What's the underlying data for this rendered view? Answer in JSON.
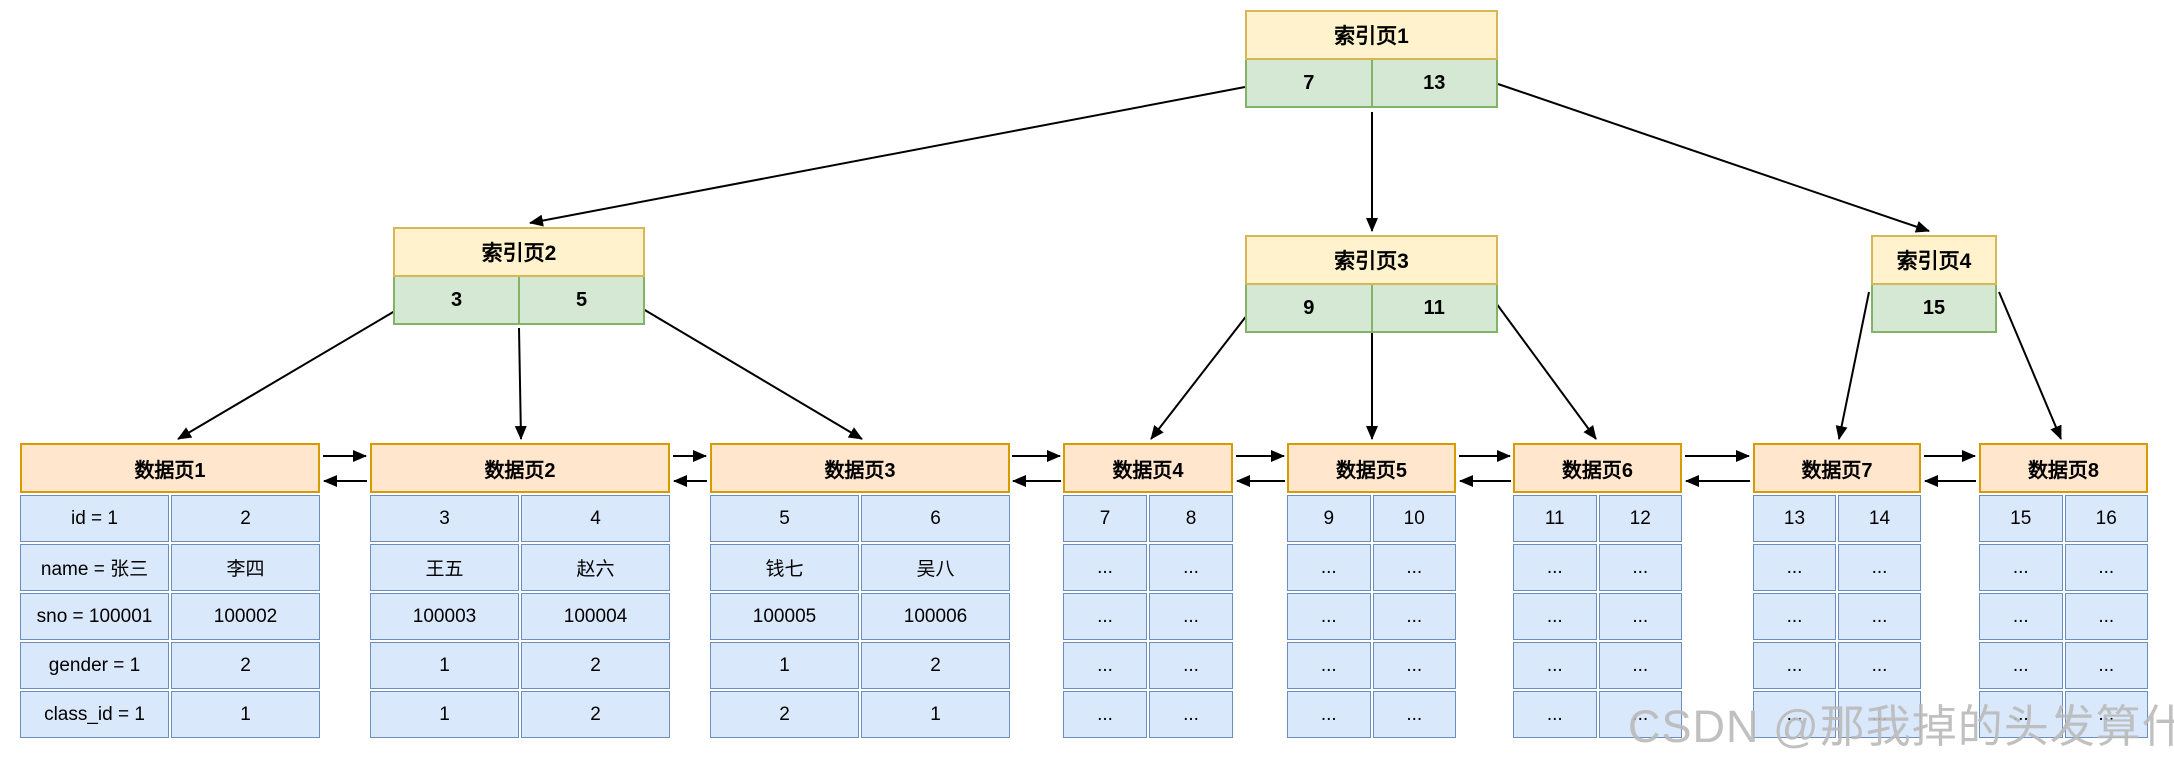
{
  "watermark": "CSDN @那我掉的头发算什么",
  "colors": {
    "index_header_fill": "#FFF2CC",
    "index_header_border": "#D6B656",
    "index_key_fill": "#D5E8D4",
    "index_key_border": "#82B366",
    "data_header_fill": "#FFE6CC",
    "data_header_border": "#D79B00",
    "data_cell_fill": "#DAE8FC",
    "data_cell_border": "#6C8EBF",
    "arrow": "#000000"
  },
  "index_pages": [
    {
      "title": "索引页1",
      "keys": [
        "7",
        "13"
      ]
    },
    {
      "title": "索引页2",
      "keys": [
        "3",
        "5"
      ]
    },
    {
      "title": "索引页3",
      "keys": [
        "9",
        "11"
      ]
    },
    {
      "title": "索引页4",
      "keys": [
        "15"
      ]
    }
  ],
  "data_pages": [
    {
      "title": "数据页1",
      "rows": [
        [
          "id = 1",
          "2"
        ],
        [
          "name = 张三",
          "李四"
        ],
        [
          "sno = 100001",
          "100002"
        ],
        [
          "gender = 1",
          "2"
        ],
        [
          "class_id = 1",
          "1"
        ]
      ]
    },
    {
      "title": "数据页2",
      "rows": [
        [
          "3",
          "4"
        ],
        [
          "王五",
          "赵六"
        ],
        [
          "100003",
          "100004"
        ],
        [
          "1",
          "2"
        ],
        [
          "1",
          "2"
        ]
      ]
    },
    {
      "title": "数据页3",
      "rows": [
        [
          "5",
          "6"
        ],
        [
          "钱七",
          "吴八"
        ],
        [
          "100005",
          "100006"
        ],
        [
          "1",
          "2"
        ],
        [
          "2",
          "1"
        ]
      ]
    },
    {
      "title": "数据页4",
      "rows": [
        [
          "7",
          "8"
        ],
        [
          "...",
          "..."
        ],
        [
          "...",
          "..."
        ],
        [
          "...",
          "..."
        ],
        [
          "...",
          "..."
        ]
      ]
    },
    {
      "title": "数据页5",
      "rows": [
        [
          "9",
          "10"
        ],
        [
          "...",
          "..."
        ],
        [
          "...",
          "..."
        ],
        [
          "...",
          "..."
        ],
        [
          "...",
          "..."
        ]
      ]
    },
    {
      "title": "数据页6",
      "rows": [
        [
          "11",
          "12"
        ],
        [
          "...",
          "..."
        ],
        [
          "...",
          "..."
        ],
        [
          "...",
          "..."
        ],
        [
          "...",
          "..."
        ]
      ]
    },
    {
      "title": "数据页7",
      "rows": [
        [
          "13",
          "14"
        ],
        [
          "...",
          "..."
        ],
        [
          "...",
          "..."
        ],
        [
          "...",
          "..."
        ],
        [
          "...",
          "..."
        ]
      ]
    },
    {
      "title": "数据页8",
      "rows": [
        [
          "15",
          "16"
        ],
        [
          "...",
          "..."
        ],
        [
          "...",
          "..."
        ],
        [
          "...",
          "..."
        ],
        [
          "...",
          "..."
        ]
      ]
    }
  ],
  "edges": {
    "tree": [
      [
        "索引页1",
        "索引页2"
      ],
      [
        "索引页1",
        "索引页3"
      ],
      [
        "索引页1",
        "索引页4"
      ],
      [
        "索引页2",
        "数据页1"
      ],
      [
        "索引页2",
        "数据页2"
      ],
      [
        "索引页2",
        "数据页3"
      ],
      [
        "索引页3",
        "数据页4"
      ],
      [
        "索引页3",
        "数据页5"
      ],
      [
        "索引页3",
        "数据页6"
      ],
      [
        "索引页4",
        "数据页7"
      ],
      [
        "索引页4",
        "数据页8"
      ]
    ],
    "linked_list_bidirectional": [
      [
        "数据页1",
        "数据页2"
      ],
      [
        "数据页2",
        "数据页3"
      ],
      [
        "数据页3",
        "数据页4"
      ],
      [
        "数据页4",
        "数据页5"
      ],
      [
        "数据页5",
        "数据页6"
      ],
      [
        "数据页6",
        "数据页7"
      ],
      [
        "数据页7",
        "数据页8"
      ]
    ]
  }
}
